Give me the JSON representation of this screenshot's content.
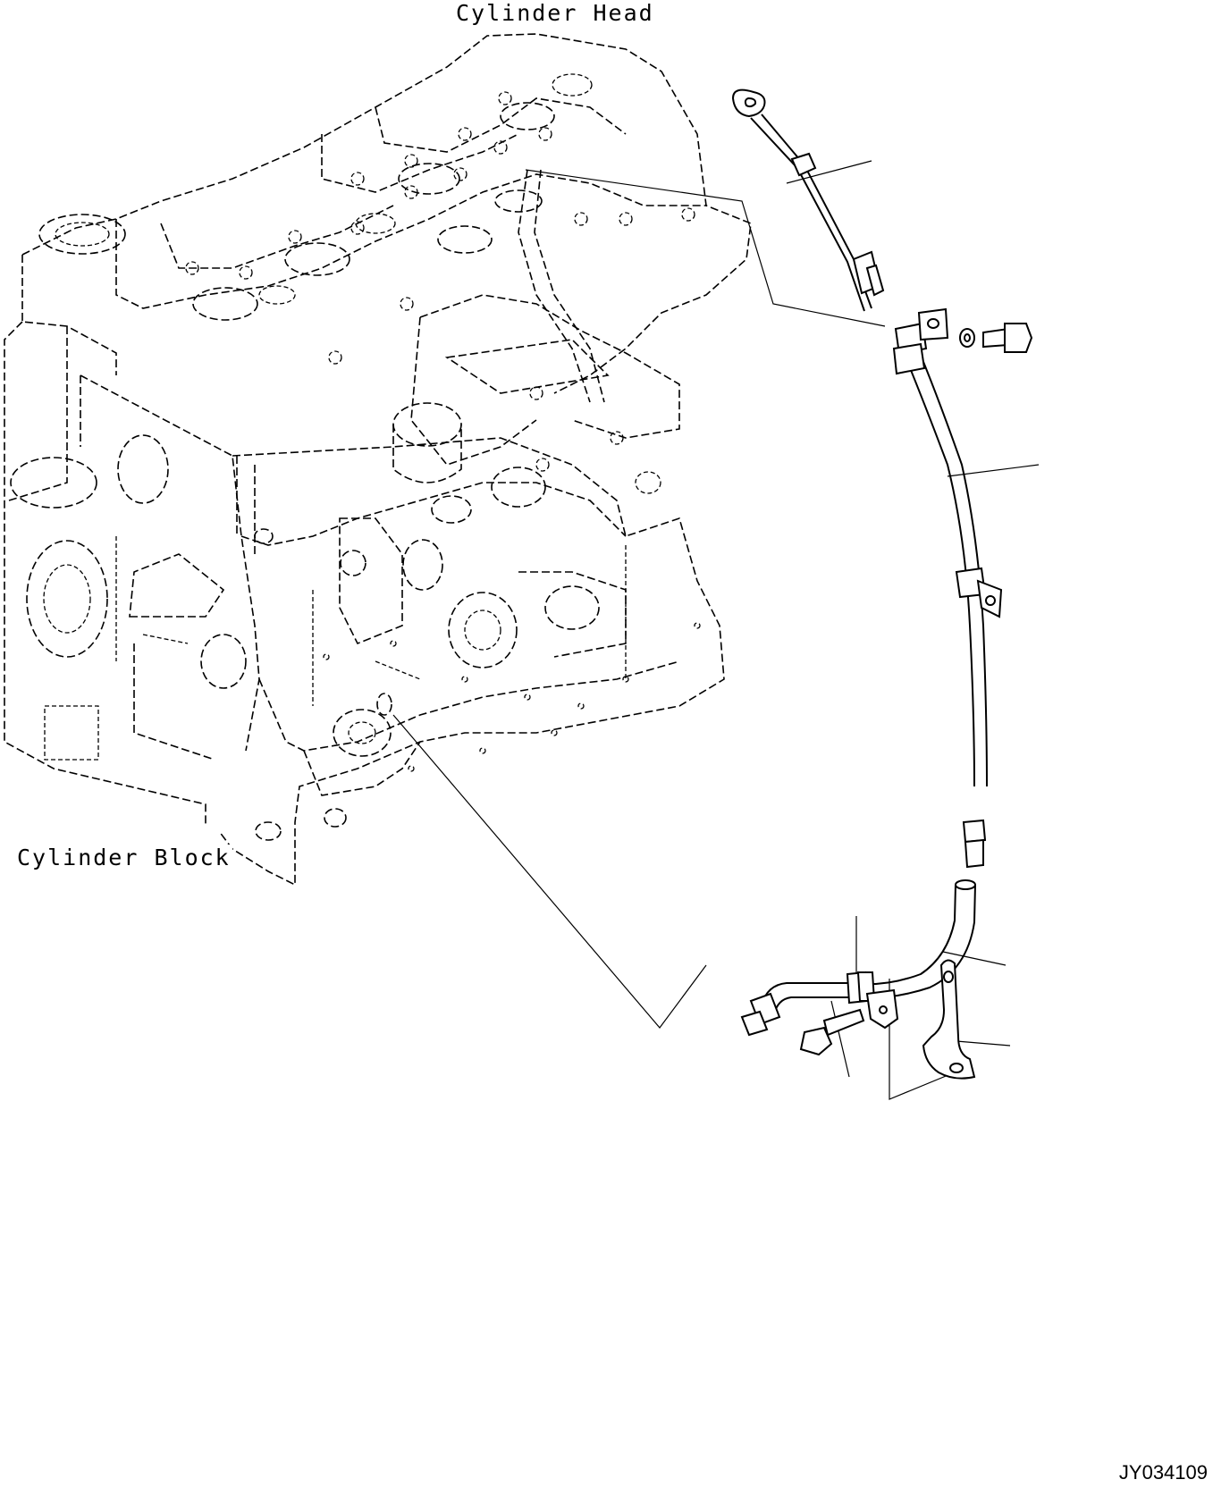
{
  "labels": {
    "cylinder_head": "Cylinder Head",
    "cylinder_block": "Cylinder Block"
  },
  "drawing_code": "JY034109"
}
